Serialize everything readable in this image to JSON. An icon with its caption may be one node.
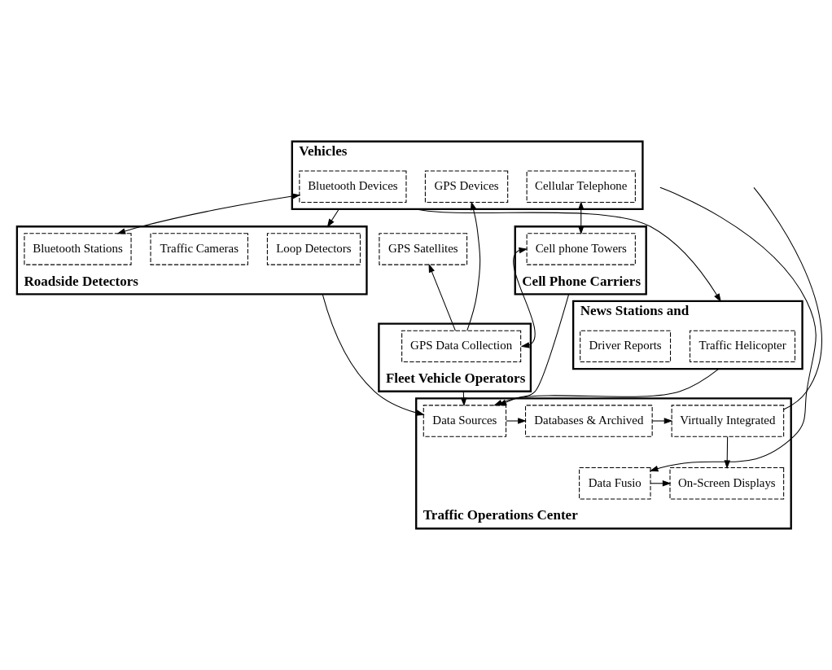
{
  "diagram": {
    "nodes": [
      {
        "text": [
          "Vehicles"
        ]
      },
      {
        "text": [
          "Bluetooth Devices"
        ],
        "in": 0
      },
      {
        "text": [
          "Cellular Telephone"
        ],
        "in": 0
      },
      {
        "text": [
          "GPS Devices"
        ],
        "in": 0
      },
      {
        "text": [
          "News Stations and"
        ]
      },
      {
        "text": [
          "Traffic Helicopter"
        ],
        "in": 4
      },
      {
        "text": [
          "Driver Reports"
        ],
        "in": 4
      },
      {
        "text": [
          "GPS Satellites"
        ]
      },
      {
        "text": [
          "Roadside Detectors"
        ]
      },
      {
        "text": [
          "Loop Detectors"
        ],
        "in": 8
      },
      {
        "text": [
          "Traffic Cameras"
        ],
        "in": 8
      },
      {
        "text": [
          "Bluetooth Stations"
        ],
        "in": 8
      },
      {
        "text": [
          "Cell Phone Carriers"
        ]
      },
      {
        "text": [
          "Cell phone Towers"
        ],
        "in": 12
      },
      {
        "text": [
          "Fleet Vehicle Operators"
        ]
      },
      {
        "text": [
          "GPS Data Collection"
        ],
        "in": 14
      },
      {
        "text": [
          "Traffic Operations Center"
        ]
      },
      {
        "text": [
          "Data Sources"
        ],
        "in": 16
      },
      {
        "text": [
          "Databases & Archived"
        ],
        "in": 16
      },
      {
        "text": [
          "Virtually Integrated"
        ],
        "in": 16
      },
      {
        "text": [
          "On-Screen Displays"
        ],
        "in": 16
      },
      {
        "text": [
          "Data Fusio"
        ],
        "in": 16
      }
    ],
    "edges": [
      {
        "from": 0,
        "to": 4,
        "arrow": "to"
      },
      {
        "from": 0,
        "to": 8,
        "arrow": "to"
      },
      {
        "from": 1,
        "to": 11,
        "arrow": "both"
      },
      {
        "from": 2,
        "to": 13,
        "arrow": "both"
      },
      {
        "from": 13,
        "to": 15,
        "arrow": "both"
      },
      {
        "from": 15,
        "to": 3,
        "arrow": "to"
      },
      {
        "from": 15,
        "to": 7,
        "arrow": "to"
      },
      {
        "from": 4,
        "to": 17,
        "arrow": "to"
      },
      {
        "from": 8,
        "to": 17,
        "arrow": "to"
      },
      {
        "from": 12,
        "to": 17,
        "arrow": "to"
      },
      {
        "from": 14,
        "to": 17,
        "arrow": "to"
      },
      {
        "from": 17,
        "to": 18,
        "arrow": "to"
      },
      {
        "from": 18,
        "to": 19,
        "arrow": "to"
      },
      {
        "from": 19,
        "to": null,
        "arrow": "none"
      },
      {
        "from": null,
        "to": 21,
        "arrow": "to"
      },
      {
        "from": 21,
        "to": 20,
        "arrow": "to"
      },
      {
        "from": 19,
        "to": 20,
        "arrow": "to"
      }
    ]
  }
}
